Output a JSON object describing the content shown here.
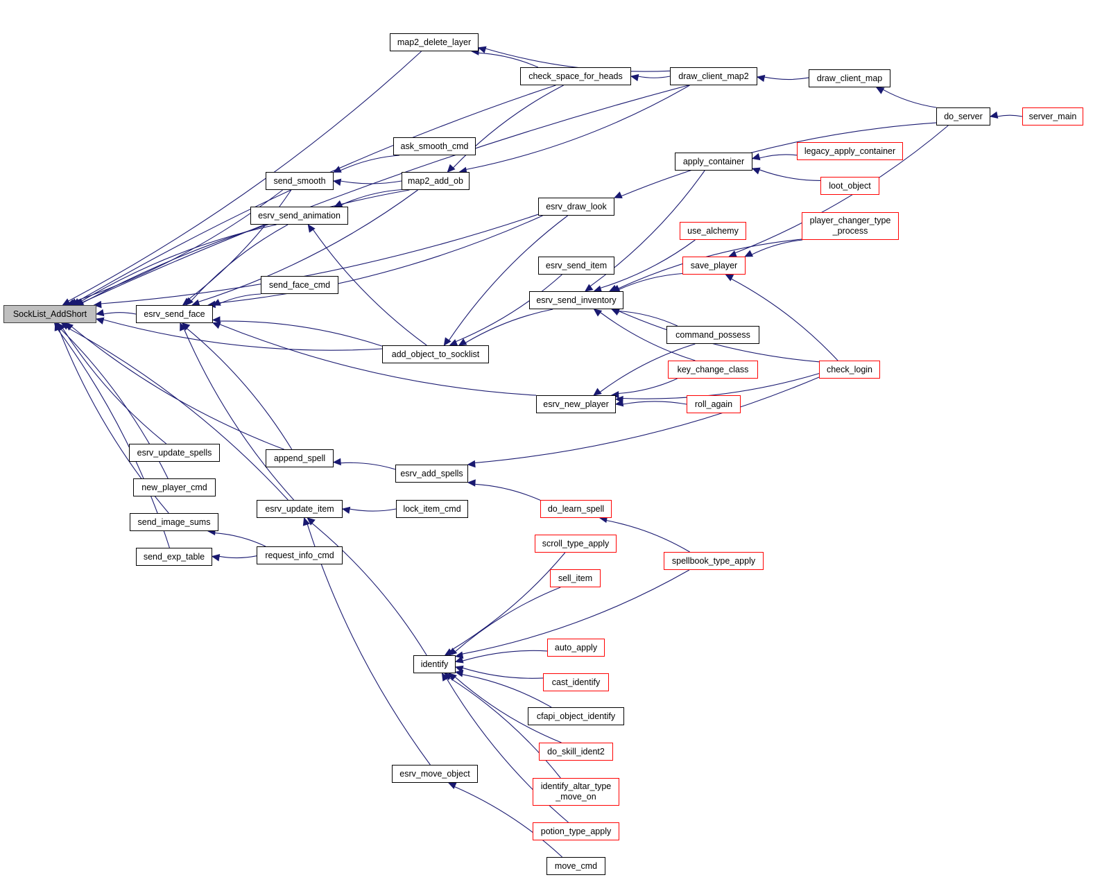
{
  "graph": {
    "title": "SockList_AddShort call graph",
    "edge_color": "#191970",
    "truncated_border_color": "#ff0000",
    "focus_fill": "#bfbfbf",
    "nodes": [
      {
        "id": "SockList_AddShort",
        "label": "SockList_AddShort",
        "style": "focus"
      },
      {
        "id": "esrv_send_face",
        "label": "esrv_send_face",
        "style": "normal"
      },
      {
        "id": "esrv_update_spells",
        "label": "esrv_update_spells",
        "style": "normal"
      },
      {
        "id": "new_player_cmd",
        "label": "new_player_cmd",
        "style": "normal"
      },
      {
        "id": "send_image_sums",
        "label": "send_image_sums",
        "style": "normal"
      },
      {
        "id": "send_exp_table",
        "label": "send_exp_table",
        "style": "normal"
      },
      {
        "id": "send_smooth",
        "label": "send_smooth",
        "style": "normal"
      },
      {
        "id": "esrv_send_animation",
        "label": "esrv_send_animation",
        "style": "normal"
      },
      {
        "id": "send_face_cmd",
        "label": "send_face_cmd",
        "style": "normal"
      },
      {
        "id": "append_spell",
        "label": "append_spell",
        "style": "normal"
      },
      {
        "id": "esrv_update_item",
        "label": "esrv_update_item",
        "style": "normal"
      },
      {
        "id": "request_info_cmd",
        "label": "request_info_cmd",
        "style": "normal"
      },
      {
        "id": "map2_delete_layer",
        "label": "map2_delete_layer",
        "style": "normal"
      },
      {
        "id": "ask_smooth_cmd",
        "label": "ask_smooth_cmd",
        "style": "normal"
      },
      {
        "id": "map2_add_ob",
        "label": "map2_add_ob",
        "style": "normal"
      },
      {
        "id": "add_object_to_socklist",
        "label": "add_object_to_socklist",
        "style": "normal"
      },
      {
        "id": "esrv_add_spells",
        "label": "esrv_add_spells",
        "style": "normal"
      },
      {
        "id": "lock_item_cmd",
        "label": "lock_item_cmd",
        "style": "normal"
      },
      {
        "id": "identify",
        "label": "identify",
        "style": "normal"
      },
      {
        "id": "esrv_move_object",
        "label": "esrv_move_object",
        "style": "normal"
      },
      {
        "id": "check_space_for_heads",
        "label": "check_space_for_heads",
        "style": "normal"
      },
      {
        "id": "esrv_draw_look",
        "label": "esrv_draw_look",
        "style": "normal"
      },
      {
        "id": "esrv_send_item",
        "label": "esrv_send_item",
        "style": "normal"
      },
      {
        "id": "esrv_send_inventory",
        "label": "esrv_send_inventory",
        "style": "normal"
      },
      {
        "id": "esrv_new_player",
        "label": "esrv_new_player",
        "style": "normal"
      },
      {
        "id": "do_learn_spell",
        "label": "do_learn_spell",
        "style": "truncated"
      },
      {
        "id": "scroll_type_apply",
        "label": "scroll_type_apply",
        "style": "truncated"
      },
      {
        "id": "sell_item",
        "label": "sell_item",
        "style": "truncated"
      },
      {
        "id": "auto_apply",
        "label": "auto_apply",
        "style": "truncated"
      },
      {
        "id": "cast_identify",
        "label": "cast_identify",
        "style": "truncated"
      },
      {
        "id": "cfapi_object_identify",
        "label": "cfapi_object_identify",
        "style": "normal"
      },
      {
        "id": "do_skill_ident2",
        "label": "do_skill_ident2",
        "style": "truncated"
      },
      {
        "id": "identify_altar_type_move_on",
        "label": "identify_altar_type\n_move_on",
        "style": "truncated"
      },
      {
        "id": "potion_type_apply",
        "label": "potion_type_apply",
        "style": "truncated"
      },
      {
        "id": "move_cmd",
        "label": "move_cmd",
        "style": "normal"
      },
      {
        "id": "draw_client_map2",
        "label": "draw_client_map2",
        "style": "normal"
      },
      {
        "id": "apply_container",
        "label": "apply_container",
        "style": "normal"
      },
      {
        "id": "use_alchemy",
        "label": "use_alchemy",
        "style": "truncated"
      },
      {
        "id": "save_player",
        "label": "save_player",
        "style": "truncated"
      },
      {
        "id": "command_possess",
        "label": "command_possess",
        "style": "normal"
      },
      {
        "id": "key_change_class",
        "label": "key_change_class",
        "style": "truncated"
      },
      {
        "id": "roll_again",
        "label": "roll_again",
        "style": "truncated"
      },
      {
        "id": "spellbook_type_apply",
        "label": "spellbook_type_apply",
        "style": "truncated"
      },
      {
        "id": "draw_client_map",
        "label": "draw_client_map",
        "style": "normal"
      },
      {
        "id": "legacy_apply_container",
        "label": "legacy_apply_container",
        "style": "truncated"
      },
      {
        "id": "loot_object",
        "label": "loot_object",
        "style": "truncated"
      },
      {
        "id": "player_changer_type_process",
        "label": "player_changer_type\n_process",
        "style": "truncated"
      },
      {
        "id": "check_login",
        "label": "check_login",
        "style": "truncated"
      },
      {
        "id": "do_server",
        "label": "do_server",
        "style": "normal"
      },
      {
        "id": "server_main",
        "label": "server_main",
        "style": "truncated"
      }
    ],
    "edges": [
      [
        "esrv_send_face",
        "SockList_AddShort"
      ],
      [
        "esrv_update_spells",
        "SockList_AddShort"
      ],
      [
        "new_player_cmd",
        "SockList_AddShort"
      ],
      [
        "send_image_sums",
        "SockList_AddShort"
      ],
      [
        "send_exp_table",
        "SockList_AddShort"
      ],
      [
        "send_smooth",
        "SockList_AddShort"
      ],
      [
        "esrv_send_animation",
        "SockList_AddShort"
      ],
      [
        "append_spell",
        "SockList_AddShort"
      ],
      [
        "esrv_update_item",
        "SockList_AddShort"
      ],
      [
        "map2_delete_layer",
        "SockList_AddShort"
      ],
      [
        "map2_add_ob",
        "SockList_AddShort"
      ],
      [
        "add_object_to_socklist",
        "SockList_AddShort"
      ],
      [
        "check_space_for_heads",
        "SockList_AddShort"
      ],
      [
        "esrv_draw_look",
        "SockList_AddShort"
      ],
      [
        "draw_client_map2",
        "SockList_AddShort"
      ],
      [
        "send_smooth",
        "esrv_send_face"
      ],
      [
        "esrv_send_animation",
        "esrv_send_face"
      ],
      [
        "map2_add_ob",
        "esrv_send_face"
      ],
      [
        "send_face_cmd",
        "esrv_send_face"
      ],
      [
        "esrv_draw_look",
        "esrv_send_face"
      ],
      [
        "add_object_to_socklist",
        "esrv_send_face"
      ],
      [
        "esrv_new_player",
        "esrv_send_face"
      ],
      [
        "append_spell",
        "esrv_send_face"
      ],
      [
        "esrv_update_item",
        "esrv_send_face"
      ],
      [
        "ask_smooth_cmd",
        "send_smooth"
      ],
      [
        "map2_add_ob",
        "send_smooth"
      ],
      [
        "map2_add_ob",
        "esrv_send_animation"
      ],
      [
        "add_object_to_socklist",
        "esrv_send_animation"
      ],
      [
        "esrv_add_spells",
        "append_spell"
      ],
      [
        "lock_item_cmd",
        "esrv_update_item"
      ],
      [
        "identify",
        "esrv_update_item"
      ],
      [
        "esrv_move_object",
        "esrv_update_item"
      ],
      [
        "request_info_cmd",
        "send_image_sums"
      ],
      [
        "request_info_cmd",
        "send_exp_table"
      ],
      [
        "check_space_for_heads",
        "map2_delete_layer"
      ],
      [
        "draw_client_map2",
        "map2_delete_layer"
      ],
      [
        "check_space_for_heads",
        "map2_add_ob"
      ],
      [
        "draw_client_map2",
        "map2_add_ob"
      ],
      [
        "esrv_draw_look",
        "add_object_to_socklist"
      ],
      [
        "esrv_send_item",
        "add_object_to_socklist"
      ],
      [
        "esrv_send_inventory",
        "add_object_to_socklist"
      ],
      [
        "check_login",
        "esrv_add_spells"
      ],
      [
        "do_learn_spell",
        "esrv_add_spells"
      ],
      [
        "scroll_type_apply",
        "identify"
      ],
      [
        "sell_item",
        "identify"
      ],
      [
        "spellbook_type_apply",
        "identify"
      ],
      [
        "auto_apply",
        "identify"
      ],
      [
        "cast_identify",
        "identify"
      ],
      [
        "cfapi_object_identify",
        "identify"
      ],
      [
        "do_skill_ident2",
        "identify"
      ],
      [
        "identify_altar_type_move_on",
        "identify"
      ],
      [
        "potion_type_apply",
        "identify"
      ],
      [
        "move_cmd",
        "esrv_move_object"
      ],
      [
        "draw_client_map2",
        "check_space_for_heads"
      ],
      [
        "do_server",
        "esrv_draw_look"
      ],
      [
        "apply_container",
        "esrv_send_inventory"
      ],
      [
        "player_changer_type_process",
        "esrv_send_inventory"
      ],
      [
        "use_alchemy",
        "esrv_send_inventory"
      ],
      [
        "save_player",
        "esrv_send_inventory"
      ],
      [
        "check_login",
        "esrv_send_inventory"
      ],
      [
        "command_possess",
        "esrv_send_inventory"
      ],
      [
        "key_change_class",
        "esrv_send_inventory"
      ],
      [
        "command_possess",
        "esrv_new_player"
      ],
      [
        "key_change_class",
        "esrv_new_player"
      ],
      [
        "roll_again",
        "esrv_new_player"
      ],
      [
        "check_login",
        "esrv_new_player"
      ],
      [
        "spellbook_type_apply",
        "do_learn_spell"
      ],
      [
        "draw_client_map",
        "draw_client_map2"
      ],
      [
        "legacy_apply_container",
        "apply_container"
      ],
      [
        "loot_object",
        "apply_container"
      ],
      [
        "player_changer_type_process",
        "save_player"
      ],
      [
        "do_server",
        "save_player"
      ],
      [
        "check_login",
        "save_player"
      ],
      [
        "do_server",
        "draw_client_map"
      ],
      [
        "server_main",
        "do_server"
      ]
    ]
  }
}
